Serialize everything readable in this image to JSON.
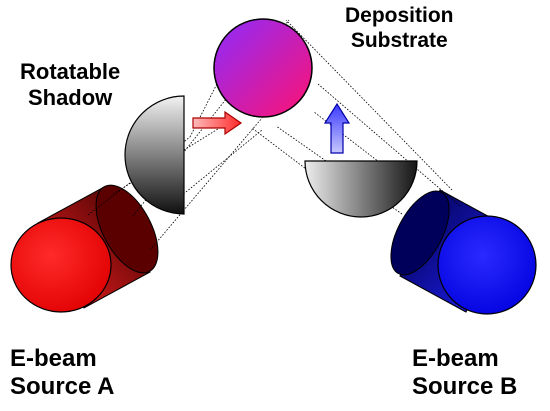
{
  "labels": {
    "rotatable_shadow": [
      "Rotatable",
      "Shadow"
    ],
    "deposition_substrate": [
      "Deposition",
      "Substrate"
    ],
    "source_a": [
      "E-beam",
      "Source A"
    ],
    "source_b": [
      "E-beam",
      "Source B"
    ]
  },
  "colors": {
    "source_a": "#ff0000",
    "source_b": "#0000ff",
    "substrate_top_left": "#9b2cf5",
    "substrate_bottom_right": "#ff1a78",
    "shadow_light": "#f0f0f0",
    "shadow_dark": "#111111",
    "arrow_a": "#ff5555",
    "arrow_b": "#6666ff",
    "beam_lines": "#000000"
  }
}
